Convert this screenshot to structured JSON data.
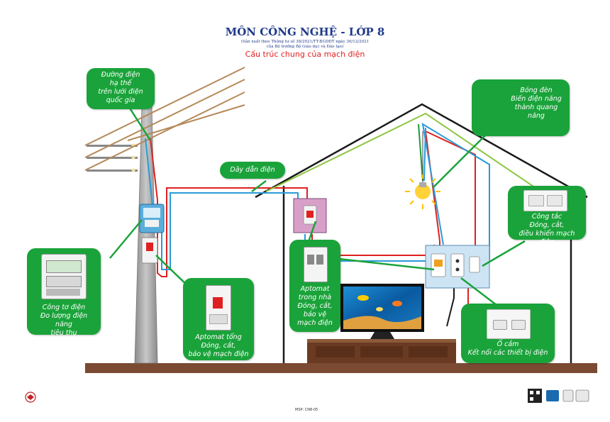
{
  "header": {
    "title": "MÔN CÔNG NGHỆ - LỚP 8",
    "subtitle_line1": "(Sản xuất theo Thông tư số 38/2021/TT-BGDĐT ngày 30/12/2021",
    "subtitle_line2": "của Bộ trưởng Bộ Giáo dục và Đào tạo)",
    "heading": "Cấu trúc chung của mạch điện"
  },
  "callouts": {
    "power_line": {
      "lines": [
        "Đường điện",
        "hạ thế",
        "trên lưới điện",
        "quốc gia"
      ]
    },
    "wire": {
      "lines": [
        "Dây dẫn điện"
      ]
    },
    "bulb": {
      "lines": [
        "Bóng đèn",
        "Biến điện năng",
        "thành quang năng"
      ]
    },
    "switch": {
      "lines": [
        "Công tắc",
        "Đóng, cắt,",
        "điều khiển mạch điện"
      ]
    },
    "meter": {
      "lines": [
        "Công tơ điện",
        "Đo lượng điện năng",
        "tiêu thụ"
      ]
    },
    "main_breaker": {
      "lines": [
        "Aptomat tổng",
        "Đóng, cắt,",
        "bảo vệ mạch điện"
      ]
    },
    "home_breaker": {
      "lines": [
        "Aptomat",
        "trong nhà",
        "Đóng, cắt,",
        "bảo vệ",
        "mạch điện"
      ]
    },
    "socket": {
      "lines": [
        "Ổ cắm",
        "Kết nối các thiết bị điện"
      ]
    }
  },
  "footer": {
    "code": "MSP: CN8-05"
  },
  "colors": {
    "callout_green": "#1aa33a",
    "title_blue": "#1f3a8a",
    "heading_red": "#e02020",
    "wire_red": "#e02020",
    "wire_blue": "#2a9ad8",
    "wire_green": "#8cc63f",
    "floor_brown": "#7a4a32"
  },
  "icons": [
    "power-pole-icon",
    "electric-meter-icon",
    "circuit-breaker-icon",
    "light-bulb-icon",
    "ceiling-lamp-icon",
    "wall-switch-icon",
    "power-socket-icon",
    "television-icon",
    "tv-cabinet-icon"
  ]
}
